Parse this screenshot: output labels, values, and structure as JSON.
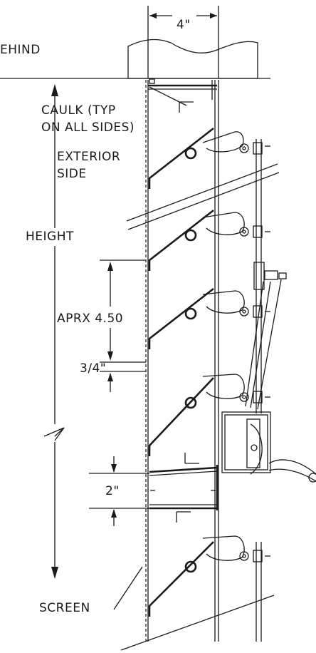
{
  "labels": {
    "behind": "EHIND",
    "dim_top": "4\"",
    "caulk_line1": "CAULK (TYP",
    "caulk_line2": "ON ALL SIDES)",
    "exterior_line1": "EXTERIOR",
    "exterior_line2": "SIDE",
    "height": "HEIGHT",
    "aprx": "APRX 4.50",
    "three_quarter": "3/4\"",
    "two_inch": "2\"",
    "screen": "SCREEN"
  },
  "colors": {
    "ink": "#1a1a1a",
    "background": "#ffffff"
  }
}
